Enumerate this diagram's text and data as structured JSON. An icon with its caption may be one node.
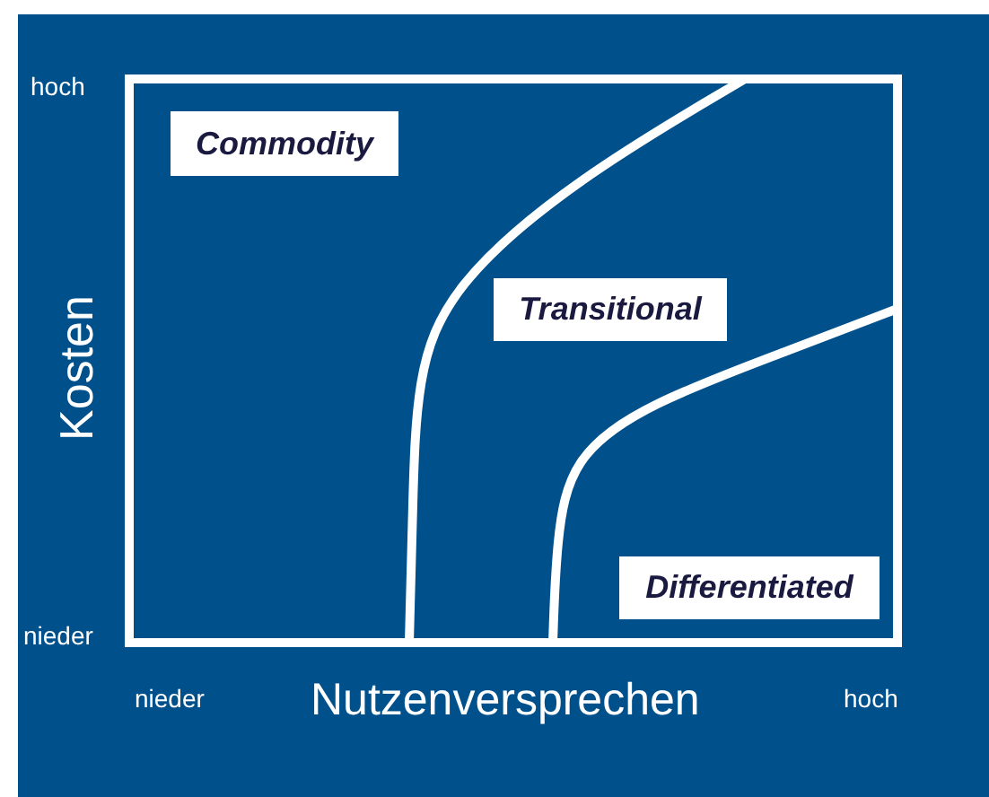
{
  "diagram": {
    "nodes": [
      {
        "text": [
          "Commodity"
        ]
      },
      {
        "text": [
          "Transitional"
        ]
      },
      {
        "text": [
          "Differentiated"
        ]
      }
    ],
    "labels": [
      "hoch",
      "nieder",
      "Kosten",
      "nieder",
      "Nutzenversprechen",
      "hoch"
    ]
  }
}
